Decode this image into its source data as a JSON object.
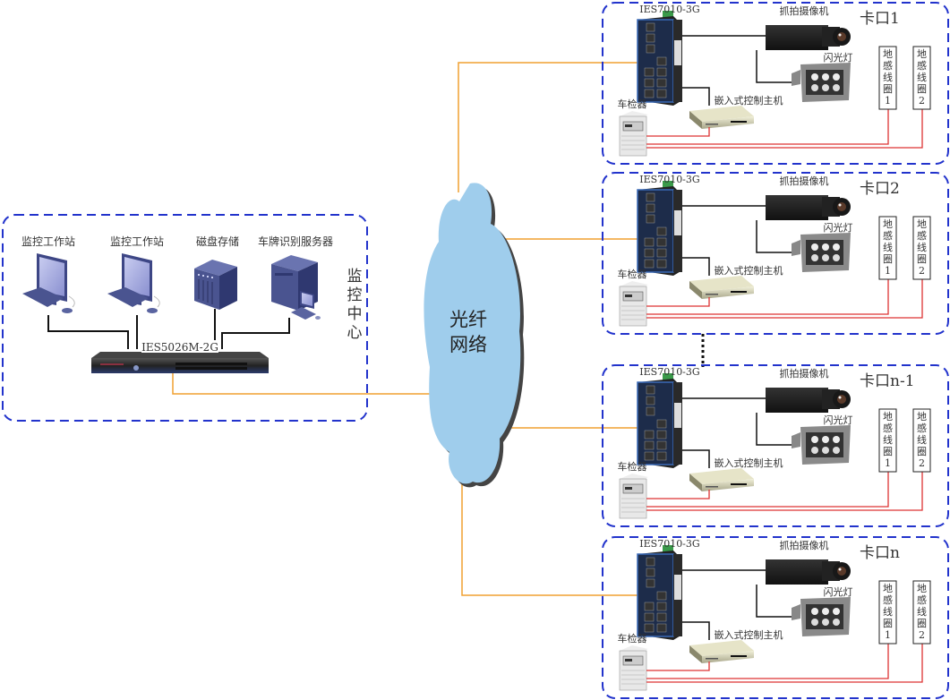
{
  "control_center": {
    "title_chars": [
      "监",
      "控",
      "中",
      "心"
    ],
    "devices": [
      {
        "label": "监控工作站",
        "icon": "workstation-icon"
      },
      {
        "label": "监控工作站",
        "icon": "workstation-icon"
      },
      {
        "label": "磁盘存储",
        "icon": "disk-storage-icon"
      },
      {
        "label": "车牌识别服务器",
        "icon": "server-icon"
      }
    ],
    "core_switch": {
      "label": "IES5026M-2G",
      "icon": "rack-switch-icon"
    }
  },
  "network": {
    "label_line1": "光纤",
    "label_line2": "网络",
    "icon": "cloud-icon"
  },
  "checkpoints": [
    {
      "title": "卡口1",
      "switch_label": "IES7010-3G",
      "camera_label": "抓拍摄像机",
      "flash_label": "闪光灯",
      "controller_label": "嵌入式控制主机",
      "detector_label": "车检器",
      "loops": [
        {
          "chars": [
            "地",
            "感",
            "线",
            "圈",
            "1"
          ]
        },
        {
          "chars": [
            "地",
            "感",
            "线",
            "圈",
            "2"
          ]
        }
      ]
    },
    {
      "title": "卡口2",
      "switch_label": "IES7010-3G",
      "camera_label": "抓拍摄像机",
      "flash_label": "闪光灯",
      "controller_label": "嵌入式控制主机",
      "detector_label": "车检器",
      "loops": [
        {
          "chars": [
            "地",
            "感",
            "线",
            "圈",
            "1"
          ]
        },
        {
          "chars": [
            "地",
            "感",
            "线",
            "圈",
            "2"
          ]
        }
      ]
    },
    {
      "title": "卡口n-1",
      "switch_label": "IES7010-3G",
      "camera_label": "抓拍摄像机",
      "flash_label": "闪光灯",
      "controller_label": "嵌入式控制主机",
      "detector_label": "车检器",
      "loops": [
        {
          "chars": [
            "地",
            "感",
            "线",
            "圈",
            "1"
          ]
        },
        {
          "chars": [
            "地",
            "感",
            "线",
            "圈",
            "2"
          ]
        }
      ]
    },
    {
      "title": "卡口n",
      "switch_label": "IES7010-3G",
      "camera_label": "抓拍摄像机",
      "flash_label": "闪光灯",
      "controller_label": "嵌入式控制主机",
      "detector_label": "车检器",
      "loops": [
        {
          "chars": [
            "地",
            "感",
            "线",
            "圈",
            "1"
          ]
        },
        {
          "chars": [
            "地",
            "感",
            "线",
            "圈",
            "2"
          ]
        }
      ]
    }
  ],
  "colors": {
    "group_border": "#2233cc",
    "fiber_link": "#f0a030",
    "copper_link": "#111111",
    "signal_link": "#dd3333",
    "cloud_fill": "#9fcdec",
    "device_blue": "#4a5490"
  }
}
